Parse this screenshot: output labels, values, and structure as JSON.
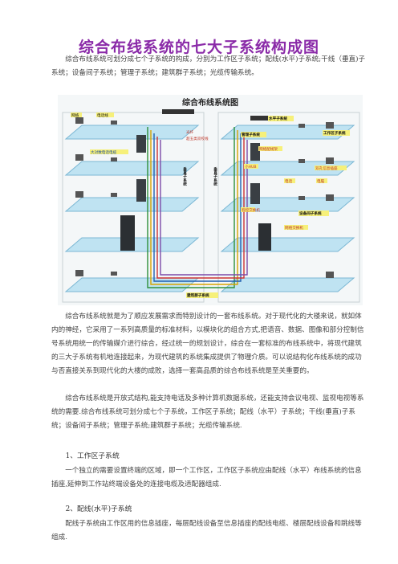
{
  "title": "综合布线系统的七大子系统构成图",
  "intro": "综合布线系统可划分成七个子系统的构成，分别为工作区子系统；配线(水平)子系统;干线（垂直)子系统；设备间子系统；管理子系统；建筑群子系统；光缆传输系统。",
  "diagram": {
    "title": "综合布线系统图",
    "labels": {
      "network": "网络",
      "phone_line": "电话线",
      "horizontal_subsystem": "水平子系统",
      "workarea_subsystem": "工作区子系统",
      "admin_subsystem": "管理子系统",
      "patch_panel": "网络配线架",
      "hub": "小HUB",
      "dual_socket": "双孔信息插座",
      "phone": "电话",
      "computer": "电脑",
      "vertical_subsystem_left": "垂直子系统",
      "vertical_subsystem_right": "垂直子系统",
      "trunk_cable": "大对数电话电缆",
      "fiber": "光纤",
      "cable": "超五类双绞线",
      "equipment_subsystem": "设备间子系统",
      "pbx": "程控交换机",
      "switch": "网络交换机",
      "campus_subsystem": "建筑群子系统"
    }
  },
  "para1": "综合布线系统就是为了顺应发展需求而特别设计的一套布线系统。对于现代化的大楼来说，就如体内的神经，它采用了一系列高质量的标准材料，以模块化的组合方式,把语音、数据、图像和部分控制信号系统用统一的传输媒介进行综合，经过统一的规划设计，综合在一套标准的布线系统中，将现代建筑的三大子系统有机地连接起来，为现代建筑的系统集成提供了物理介质。可以说结构化布线系统的成功与否直接关系到现代化的大楼的成败，选择一套高品质的综合布线系统是至关重要的。",
  "para2": "综合布线系统是开放式结构,能支持电话及多种计算机数据系统，还能支持会议电视、监视电视等系统的需要.综合布线系统可划分成七个子系统，工作区子系统；配线（水平）子系统；干线(垂直)子系统；设备间子系统；管理子系统;建筑群子系统；光缆传输系统.",
  "h1": "1、工作区子系统",
  "para3": "一个独立的需要设置终端的区域，即一个工作区，工作区子系统应由配线（水平）布线系统的信息插座,延伸到工作站终端设备处的连接电缆及适配器组成.",
  "h2": "2、配线(水平)子系统",
  "para4": "配线子系统由工作区用的信息插座，每层配线设备至信息插座的配线电缆、楼层配线设备和跳线等组成."
}
